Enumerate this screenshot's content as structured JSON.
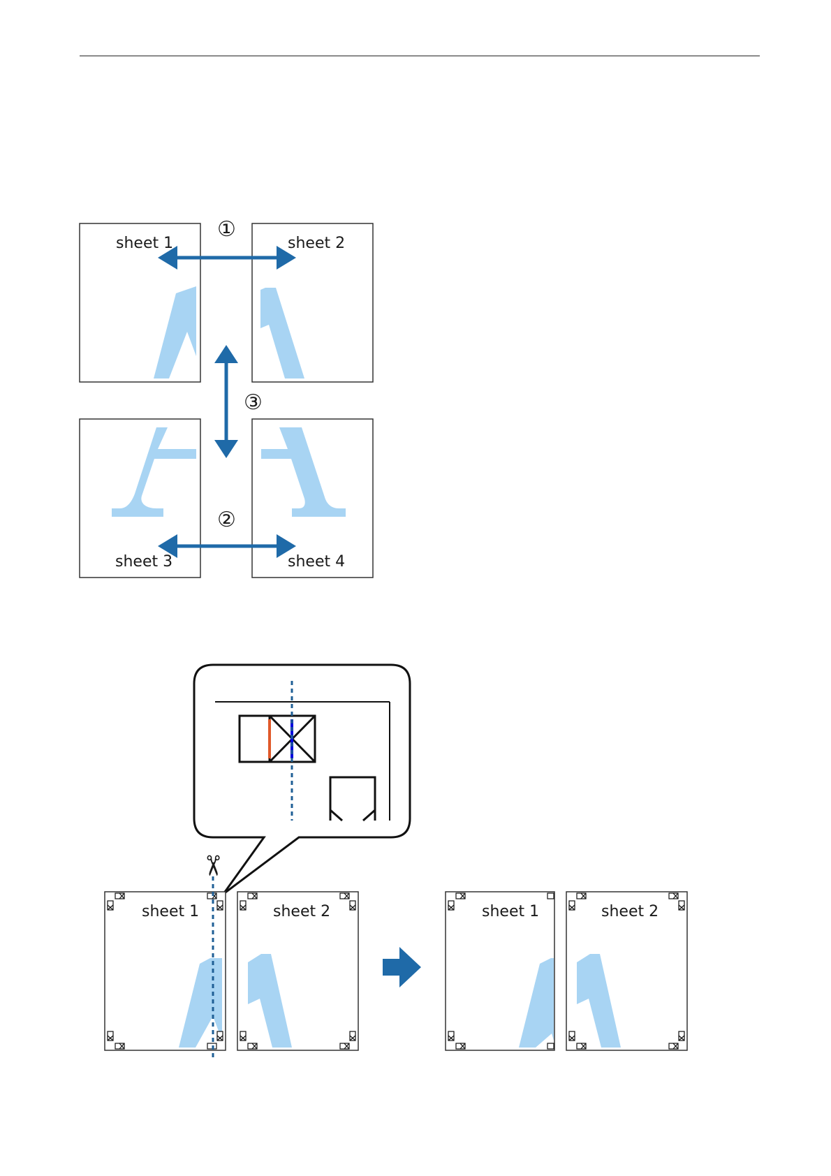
{
  "diagram_top": {
    "sheets": [
      {
        "label": "sheet 1"
      },
      {
        "label": "sheet 2"
      },
      {
        "label": "sheet 3"
      },
      {
        "label": "sheet 4"
      }
    ],
    "step_numbers": [
      "①",
      "②",
      "③"
    ]
  },
  "diagram_bottom": {
    "before": [
      {
        "label": "sheet 1"
      },
      {
        "label": "sheet 2"
      }
    ],
    "after": [
      {
        "label": "sheet 1"
      },
      {
        "label": "sheet 2"
      }
    ],
    "scissors_symbol": "✂"
  },
  "colors": {
    "arrow": "#1f6aa8",
    "letter_fill": "#a8d4f3",
    "cut_line": "#1f5f96",
    "marker_red": "#e0592a",
    "marker_blue": "#0000e0"
  }
}
